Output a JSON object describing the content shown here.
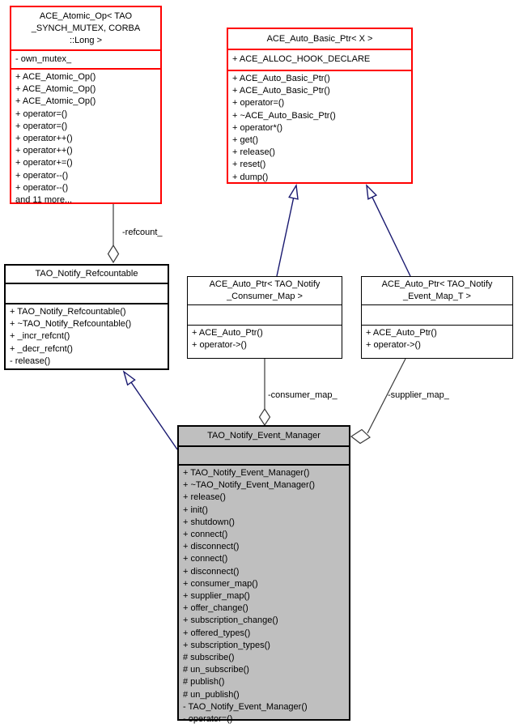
{
  "diagram": {
    "colors": {
      "accent_red": "#ff0000",
      "inheritance_blue": "#191970",
      "edge_gray": "#3a3a3a",
      "node_fill_gray": "#bfbfbf"
    },
    "classes": [
      {
        "id": "ace-atomic-op",
        "title_lines": [
          "ACE_Atomic_Op< TAO",
          "_SYNCH_MUTEX, CORBA",
          "::Long >"
        ],
        "attributes": [
          "- own_mutex_"
        ],
        "methods": [
          "+ ACE_Atomic_Op()",
          "+ ACE_Atomic_Op()",
          "+ ACE_Atomic_Op()",
          "+ operator=()",
          "+ operator=()",
          "+ operator++()",
          "+ operator++()",
          "+ operator+=()",
          "+ operator--()",
          "+ operator--()",
          "and 11 more..."
        ]
      },
      {
        "id": "ace-auto-basic-ptr",
        "title_lines": [
          "ACE_Auto_Basic_Ptr< X >"
        ],
        "attributes": [
          "+ ACE_ALLOC_HOOK_DECLARE"
        ],
        "methods": [
          "+ ACE_Auto_Basic_Ptr()",
          "+ ACE_Auto_Basic_Ptr()",
          "+ operator=()",
          "+ ~ACE_Auto_Basic_Ptr()",
          "+ operator*()",
          "+ get()",
          "+ release()",
          "+ reset()",
          "+ dump()"
        ]
      },
      {
        "id": "tao-notify-refcountable",
        "title_lines": [
          "TAO_Notify_Refcountable"
        ],
        "attributes": [],
        "methods": [
          "+ TAO_Notify_Refcountable()",
          "+ ~TAO_Notify_Refcountable()",
          "+ _incr_refcnt()",
          "+ _decr_refcnt()",
          "- release()"
        ]
      },
      {
        "id": "ace-auto-ptr-consumer-map",
        "title_lines": [
          "ACE_Auto_Ptr< TAO_Notify",
          "_Consumer_Map >"
        ],
        "attributes": [],
        "methods": [
          "+ ACE_Auto_Ptr()",
          "+ operator->()"
        ]
      },
      {
        "id": "ace-auto-ptr-event-map",
        "title_lines": [
          "ACE_Auto_Ptr< TAO_Notify",
          "_Event_Map_T >"
        ],
        "attributes": [],
        "methods": [
          "+ ACE_Auto_Ptr()",
          "+ operator->()"
        ]
      },
      {
        "id": "tao-notify-event-manager",
        "title_lines": [
          "TAO_Notify_Event_Manager"
        ],
        "attributes": [],
        "methods": [
          "+ TAO_Notify_Event_Manager()",
          "+ ~TAO_Notify_Event_Manager()",
          "+ release()",
          "+ init()",
          "+ shutdown()",
          "+ connect()",
          "+ disconnect()",
          "+ connect()",
          "+ disconnect()",
          "+ consumer_map()",
          "+ supplier_map()",
          "+ offer_change()",
          "+ subscription_change()",
          "+ offered_types()",
          "+ subscription_types()",
          "# subscribe()",
          "# un_subscribe()",
          "# publish()",
          "# un_publish()",
          "- TAO_Notify_Event_Manager()",
          "- operator=()"
        ]
      }
    ],
    "edges": {
      "refcount": {
        "label": "-refcount_"
      },
      "consumer_map": {
        "label": "-consumer_map_"
      },
      "supplier_map": {
        "label": "-supplier_map_"
      }
    }
  }
}
